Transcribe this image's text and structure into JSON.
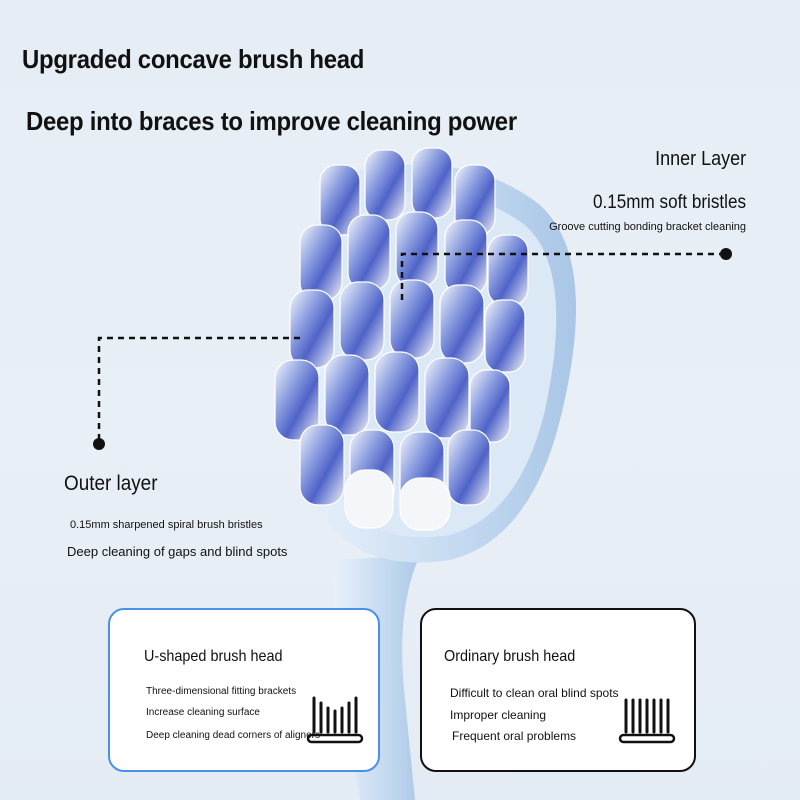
{
  "heading": {
    "line1": "Upgraded concave brush head",
    "line2": "Deep into braces to improve cleaning power"
  },
  "inner_layer": {
    "title": "Inner Layer",
    "subtitle": "0.15mm soft bristles",
    "detail": "Groove cutting bonding bracket cleaning"
  },
  "outer_layer": {
    "title": "Outer layer",
    "subtitle": "0.15mm sharpened spiral brush bristles",
    "detail": "Deep cleaning of gaps and blind spots"
  },
  "cards": {
    "u_shaped": {
      "title": "U-shaped brush head",
      "lines": [
        "Three-dimensional fitting brackets",
        "Increase cleaning surface",
        "Deep cleaning dead corners of aligners"
      ],
      "border_color": "#4c8fe6"
    },
    "ordinary": {
      "title": "Ordinary brush head",
      "lines": [
        "Difficult to clean oral blind spots",
        "Improper cleaning",
        "Frequent oral problems"
      ],
      "border_color": "#111111"
    }
  },
  "colors": {
    "background": "#e7eef5",
    "handle": "#cfe1f4",
    "bristle_blue": "#5a6fd0",
    "bristle_white": "#f4f6fa"
  },
  "icons": [
    "toothbrush-photo",
    "u-shaped-brush-icon",
    "flat-brush-icon"
  ]
}
